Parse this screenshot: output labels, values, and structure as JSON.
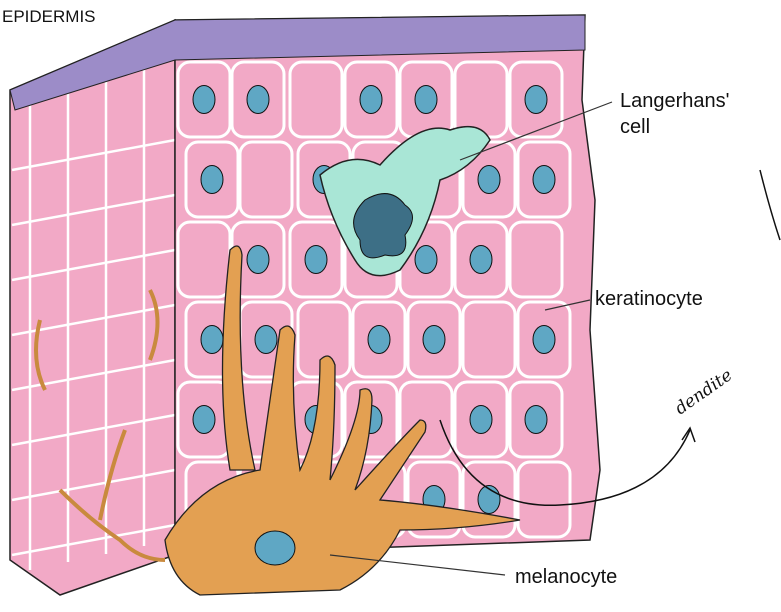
{
  "title": "EPIDERMIS",
  "labels": {
    "langerhans_line1": "Langerhans'",
    "langerhans_line2": "cell",
    "keratinocyte": "keratinocyte",
    "melanocyte": "melanocyte"
  },
  "annotation": "dendite",
  "colors": {
    "skin": "#f2a9c6",
    "stratum_corneum": "#9c8cc8",
    "nucleus": "#5fa7c4",
    "langerhans": "#a9e6d6",
    "melanocyte": "#e3a052"
  }
}
